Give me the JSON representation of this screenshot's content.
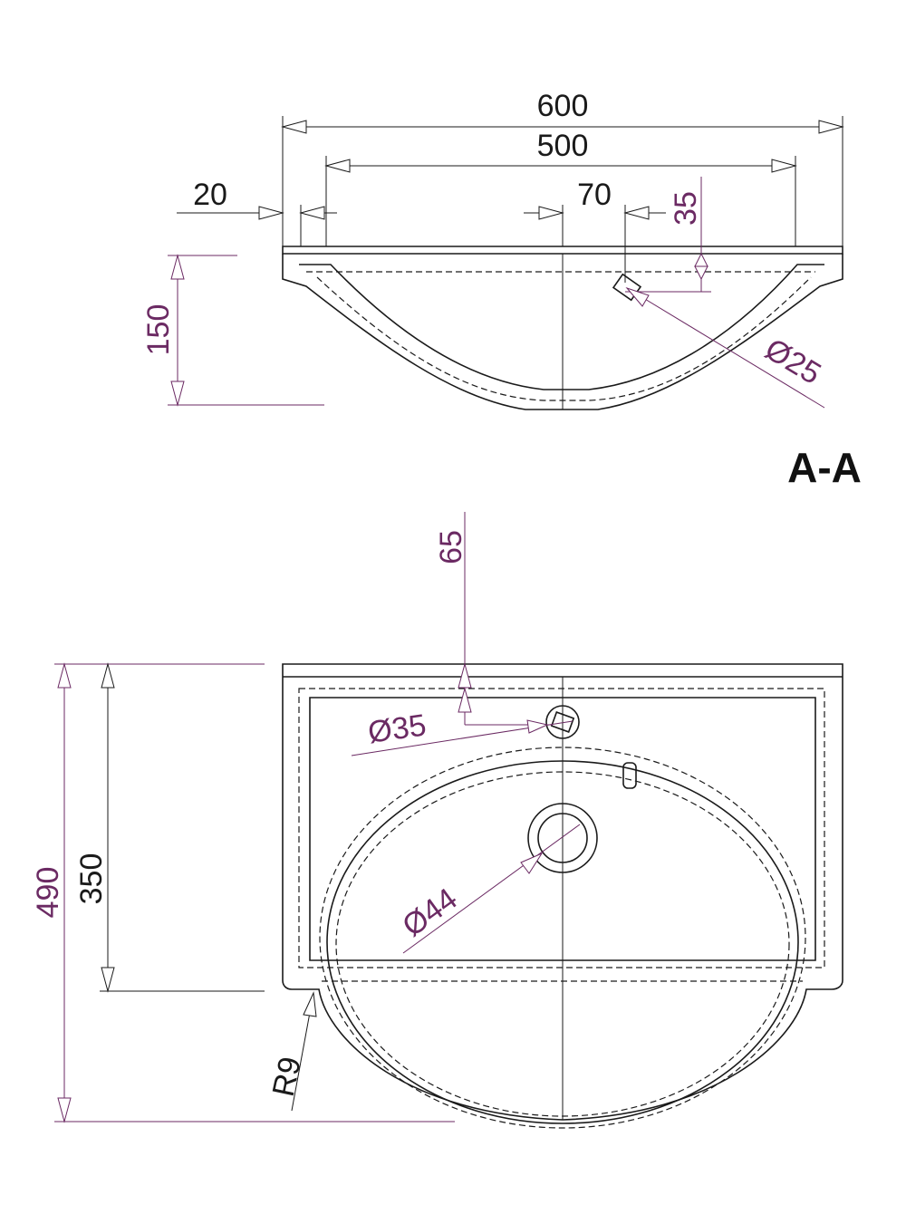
{
  "view_title": "A-A",
  "section_view": {
    "dims": {
      "width_total": "600",
      "width_inner": "500",
      "rim": "20",
      "tap_offset": "70",
      "tap_depth": "35",
      "height": "150",
      "hole_diameter": "Ø25"
    }
  },
  "plan_view": {
    "dims": {
      "tap_from_wall": "65",
      "tap_hole": "Ø35",
      "drain_hole": "Ø44",
      "depth_total": "490",
      "depth_rear": "350",
      "radius": "R9"
    }
  },
  "colors": {
    "line": "#1a1a1a",
    "dimension_purple": "#6b2a63"
  }
}
